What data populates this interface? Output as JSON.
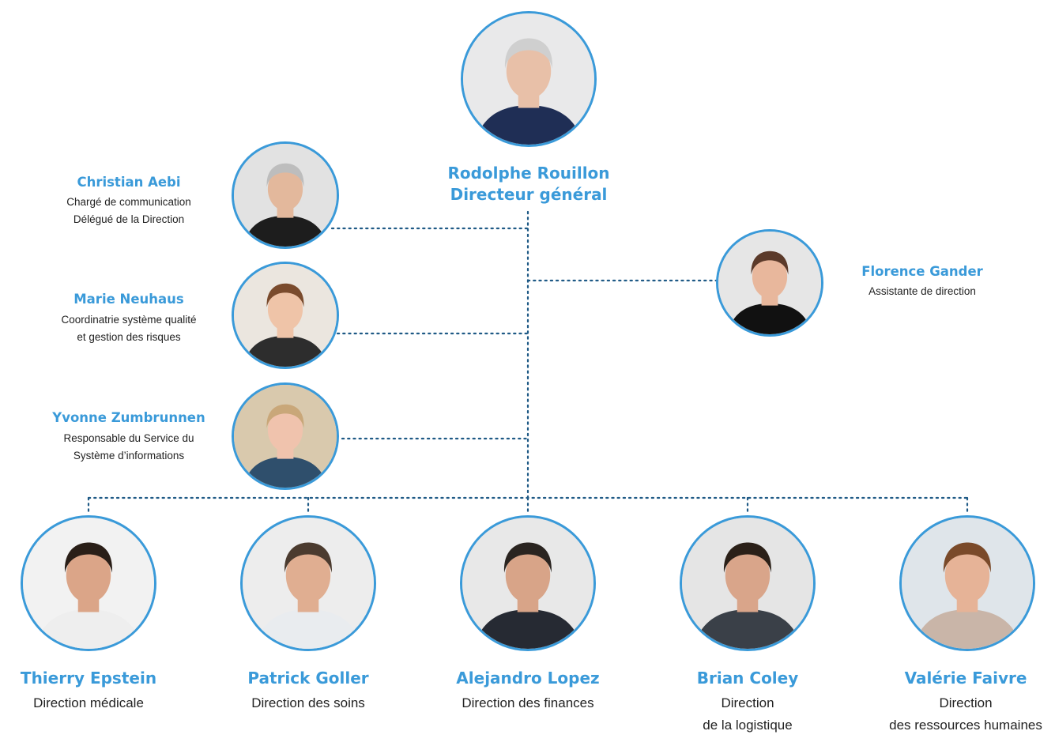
{
  "ceo": {
    "name": "Rodolphe Rouillon",
    "title": "Directeur général",
    "avatar": {
      "skin": "#e8c0a8",
      "hair": "#cfcfcf",
      "clothes": "#1f2e55",
      "bg": "#e9e9ea"
    }
  },
  "staff": [
    {
      "id": "christian",
      "name": "Christian Aebi",
      "roles": [
        "Chargé de communication",
        "Délégué de la Direction"
      ],
      "avatar": {
        "skin": "#e3b89c",
        "hair": "#bdbdbd",
        "clothes": "#1d1d1d",
        "bg": "#e2e2e2"
      }
    },
    {
      "id": "marie",
      "name": "Marie Neuhaus",
      "roles": [
        "Coordinatrie système qualité",
        "et gestion des risques"
      ],
      "avatar": {
        "skin": "#efc4a8",
        "hair": "#7a4b2d",
        "clothes": "#2d2d2d",
        "bg": "#ebe6df"
      }
    },
    {
      "id": "yvonne",
      "name": "Yvonne Zumbrunnen",
      "roles": [
        "Responsable du Service du",
        "Système d’informations"
      ],
      "avatar": {
        "skin": "#f0c3ad",
        "hair": "#c9a779",
        "clothes": "#2f4f6c",
        "bg": "#d9c9ad"
      }
    },
    {
      "id": "florence",
      "name": "Florence Gander",
      "roles": [
        "Assistante de direction"
      ],
      "avatar": {
        "skin": "#e8b79c",
        "hair": "#5b3a2a",
        "clothes": "#111111",
        "bg": "#e6e6e6"
      }
    }
  ],
  "directors": [
    {
      "id": "thierry",
      "name": "Thierry Epstein",
      "roles": [
        "Direction médicale"
      ],
      "avatar": {
        "skin": "#dba588",
        "hair": "#2a1f18",
        "clothes": "#eeeeee",
        "bg": "#f2f2f2"
      }
    },
    {
      "id": "patrick",
      "name": "Patrick Goller",
      "roles": [
        "Direction des soins"
      ],
      "avatar": {
        "skin": "#e0ae91",
        "hair": "#4b3b2f",
        "clothes": "#e9ecef",
        "bg": "#ededed"
      }
    },
    {
      "id": "alejandro",
      "name": "Alejandro Lopez",
      "roles": [
        "Direction des finances"
      ],
      "avatar": {
        "skin": "#d8a488",
        "hair": "#2a2420",
        "clothes": "#262a33",
        "bg": "#e8e8e8"
      }
    },
    {
      "id": "brian",
      "name": "Brian Coley",
      "roles": [
        "Direction",
        "de la logistique"
      ],
      "avatar": {
        "skin": "#d9a58a",
        "hair": "#2b2018",
        "clothes": "#3a4048",
        "bg": "#e5e5e5"
      }
    },
    {
      "id": "valerie",
      "name": "Valérie Faivre",
      "roles": [
        "Direction",
        "des ressources humaines"
      ],
      "avatar": {
        "skin": "#e6b397",
        "hair": "#7a4a2a",
        "clothes": "#c9b5a8",
        "bg": "#dfe5ea"
      }
    }
  ],
  "colors": {
    "accent": "#3a9ad9",
    "connector": "#1f5a86",
    "text": "#222222"
  }
}
